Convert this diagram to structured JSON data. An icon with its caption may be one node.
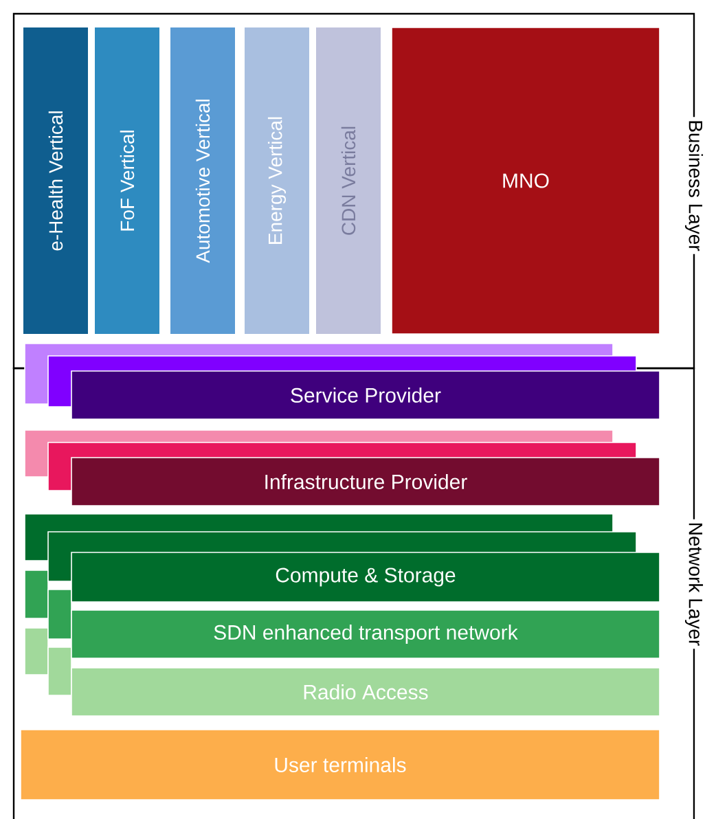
{
  "diagram": {
    "nodes": [
      {
        "text": [
          "Business Layer"
        ]
      },
      {
        "text": [
          "e-Health Vertical"
        ],
        "in": 0
      },
      {
        "text": [
          "FoF Vertical"
        ],
        "in": 0
      },
      {
        "text": [
          "Automotive Vertical"
        ],
        "in": 0
      },
      {
        "text": [
          "Energy Vertical"
        ],
        "in": 0
      },
      {
        "text": [
          "CDN Vertical"
        ],
        "in": 0
      },
      {
        "text": [
          "MNO"
        ],
        "in": 0
      },
      {
        "text": [
          "Network Layer"
        ]
      },
      {
        "text": [],
        "shape": "box"
      },
      {
        "text": [],
        "shape": "box"
      },
      {
        "text": [
          "Service Provider"
        ],
        "in": 7
      },
      {
        "text": [],
        "shape": "box",
        "in": 7
      },
      {
        "text": [],
        "shape": "box",
        "in": 7
      },
      {
        "text": [
          "Infrastructure Provider"
        ],
        "in": 7
      },
      {
        "text": [],
        "shape": "box",
        "in": 7
      },
      {
        "text": [],
        "shape": "box",
        "in": 7
      },
      {
        "text": [
          "Compute & Storage"
        ],
        "in": 7
      },
      {
        "text": [],
        "shape": "box",
        "in": 7
      },
      {
        "text": [],
        "shape": "box",
        "in": 7
      },
      {
        "text": [
          "SDN enhanced transport network"
        ],
        "in": 7
      },
      {
        "text": [],
        "shape": "box",
        "in": 7
      },
      {
        "text": [],
        "shape": "box",
        "in": 7
      },
      {
        "text": [
          "Radio Access"
        ],
        "in": 7
      },
      {
        "text": [
          "User terminals"
        ],
        "in": 7
      }
    ]
  }
}
